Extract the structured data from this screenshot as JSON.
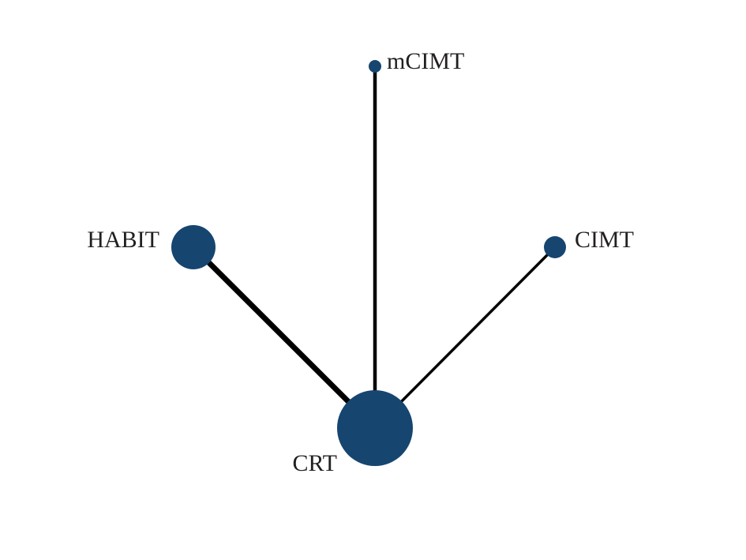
{
  "network": {
    "node_color": "#164570",
    "edge_color": "#000000",
    "nodes": [
      {
        "id": "mCIMT",
        "label": "mCIMT"
      },
      {
        "id": "HABIT",
        "label": "HABIT"
      },
      {
        "id": "CIMT",
        "label": "CIMT"
      },
      {
        "id": "CRT",
        "label": "CRT"
      }
    ],
    "edges": [
      {
        "from": "CRT",
        "to": "mCIMT"
      },
      {
        "from": "CRT",
        "to": "HABIT"
      },
      {
        "from": "CRT",
        "to": "CIMT"
      }
    ]
  }
}
